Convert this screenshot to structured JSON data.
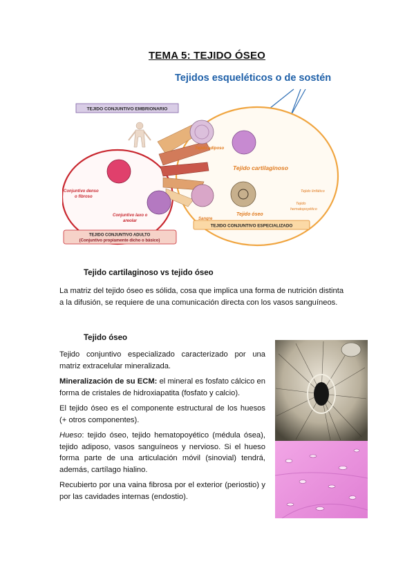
{
  "page": {
    "title": "TEMA 5: TEJIDO ÓSEO"
  },
  "figure": {
    "heading": "Tejidos esqueléticos o de sostén",
    "box_embrionario": "TEJIDO CONJUNTIVO EMBRIONARIO",
    "box_adulto_line1": "TEJIDO CONJUNTIVO ADULTO",
    "box_adulto_line2": "(Conjuntivo propiamente dicho o básico)",
    "box_especializado": "TEJIDO CONJUNTIVO ESPECIALIZADO",
    "label_denso_1": "Conjuntivo denso",
    "label_denso_2": "o fibroso",
    "label_laxo_1": "Conjuntivo laxo o",
    "label_laxo_2": "areolar",
    "label_adiposo": "Tejido adiposo",
    "label_cartilaginoso": "Tejido cartilaginoso",
    "label_oseo": "Tejido óseo",
    "label_sangre": "Sangre",
    "label_linfatico": "Tejido linfático",
    "label_hemato_1": "Tejido",
    "label_hemato_2": "hematopoyético",
    "colors": {
      "heading": "#1d5fa8",
      "red_circle": "#c8262e",
      "orange_circle": "#f0a540",
      "purple_box": "#d9cde6",
      "pink_box": "#f6d2c8",
      "orange_box": "#fbd9a6"
    }
  },
  "section1": {
    "heading": "Tejido cartilaginoso vs tejido óseo",
    "text_line1": "La matriz del tejido óseo es sólida, cosa que implica una forma de nutrición distinta",
    "text_line2": "a la difusión, se requiere de una comunicación directa con los vasos sanguíneos."
  },
  "section2": {
    "heading": "Tejido óseo",
    "p1": "Tejido conjuntivo especializado caracterizado por una matriz extracelular mineralizada.",
    "p2_bold": "Mineralización de su ECM:",
    "p2_rest": " el mineral es fosfato cálcico en forma de cristales de hidroxiapatita (fosfato y calcio).",
    "p3": "El tejido óseo es el componente estructural de los huesos (+ otros componentes).",
    "p4_italic": "Hueso",
    "p4_rest": ": tejido óseo, tejido hematopoyético (médula ósea), tejido adiposo, vasos sanguíneos y nervioso. Si el hueso forma parte de una articulación móvil (sinovial) tendrá, además, cartílago hialino.",
    "p5": "Recubierto por una vaina fibrosa por el exterior (periostio) y por las cavidades internas (endostio)."
  }
}
